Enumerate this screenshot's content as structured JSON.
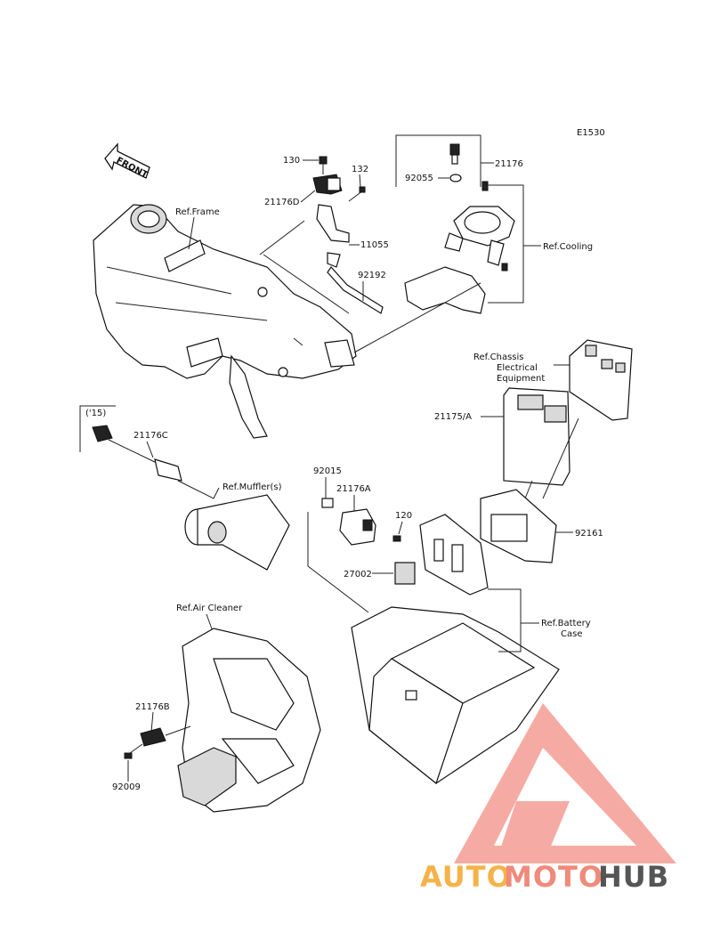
{
  "diagram_code": "E1530",
  "front_label": "FRONT",
  "parts": {
    "p130": "130",
    "p132": "132",
    "p21176D": "21176D",
    "p11055": "11055",
    "p92192": "92192",
    "p21176": "21176",
    "p92055": "92055",
    "p21176C": "21176C",
    "p92015": "92015",
    "p21176A": "21176A",
    "p120": "120",
    "p27002": "27002",
    "p21175A": "21175/A",
    "p92161": "92161",
    "p21176B": "21176B",
    "p92009": "92009"
  },
  "refs": {
    "frame": "Ref.Frame",
    "cooling": "Ref.Cooling",
    "chassis_1": "Ref.Chassis",
    "chassis_2": "Electrical",
    "chassis_3": "Equipment",
    "mufflers": "Ref.Muffler(s)",
    "air_cleaner": "Ref.Air Cleaner",
    "battery_1": "Ref.Battery",
    "battery_2": "Case"
  },
  "notes": {
    "year": "('15)"
  },
  "watermark": {
    "part1": "AUTO",
    "part2": "MOTO",
    "part3": "HUB",
    "color_light": "#f6b24a",
    "color_mid": "#f08a7a",
    "color_dark": "#555555"
  }
}
